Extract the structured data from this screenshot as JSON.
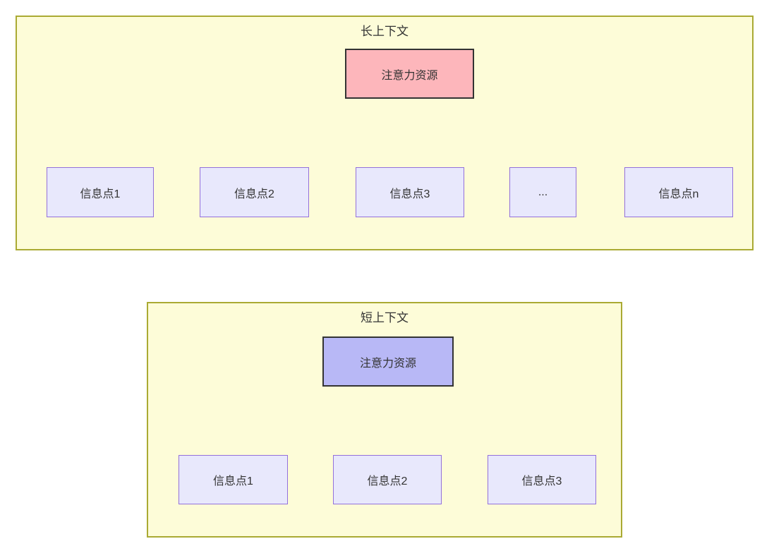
{
  "sections": [
    {
      "title": "长上下文",
      "root_label": "注意力资源",
      "children": [
        {
          "label": "信息点1"
        },
        {
          "label": "信息点2"
        },
        {
          "label": "信息点3"
        },
        {
          "label": "..."
        },
        {
          "label": "信息点n"
        }
      ]
    },
    {
      "title": "短上下文",
      "root_label": "注意力资源",
      "children": [
        {
          "label": "信息点1"
        },
        {
          "label": "信息点2"
        },
        {
          "label": "信息点3"
        }
      ]
    }
  ],
  "colors": {
    "container_fill": "#fdfcd8",
    "container_border": "#aaaa33",
    "long_root_fill": "#fdb6bb",
    "short_root_fill": "#b8b8f6",
    "info_node_fill": "#e8e8fc",
    "info_node_border": "#9370db",
    "node_border": "#333333",
    "arrow": "#333333",
    "text": "#333333"
  }
}
